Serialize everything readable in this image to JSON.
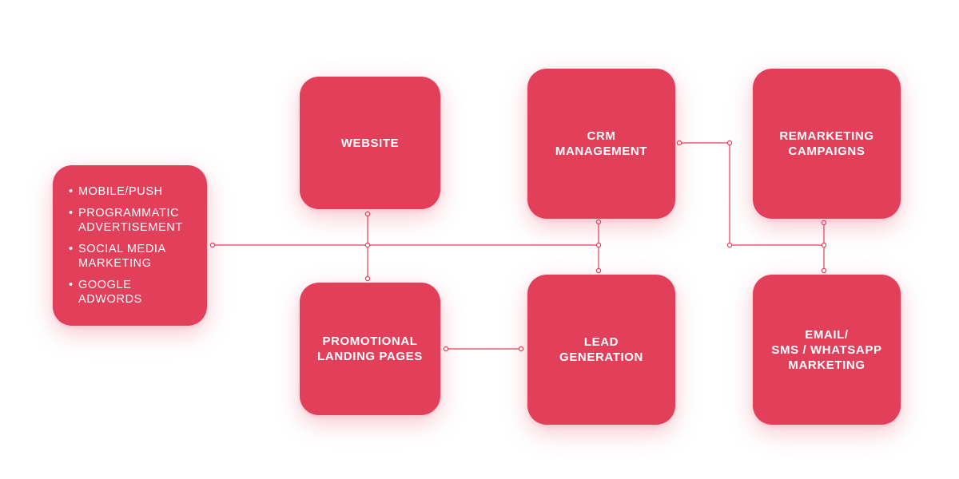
{
  "colors": {
    "box": "#e23f5b",
    "connector": "#e23f5b",
    "text": "#ffffff"
  },
  "nodes": {
    "channels": {
      "items": [
        [
          "MOBILE/PUSH"
        ],
        [
          "PROGRAMMATIC",
          "ADVERTISEMENT"
        ],
        [
          "SOCIAL MEDIA",
          "MARKETING"
        ],
        [
          "GOOGLE",
          "ADWORDS"
        ]
      ]
    },
    "website": {
      "lines": [
        "WEBSITE"
      ]
    },
    "landing_pages": {
      "lines": [
        "PROMOTIONAL",
        "LANDING PAGES"
      ]
    },
    "crm": {
      "lines": [
        "CRM",
        "MANAGEMENT"
      ]
    },
    "lead_generation": {
      "lines": [
        "LEAD",
        "GENERATION"
      ]
    },
    "remarketing": {
      "lines": [
        "REMARKETING",
        "CAMPAIGNS"
      ]
    },
    "email": {
      "lines": [
        "EMAIL/",
        "SMS / WHATSAPP",
        "MARKETING"
      ]
    }
  }
}
